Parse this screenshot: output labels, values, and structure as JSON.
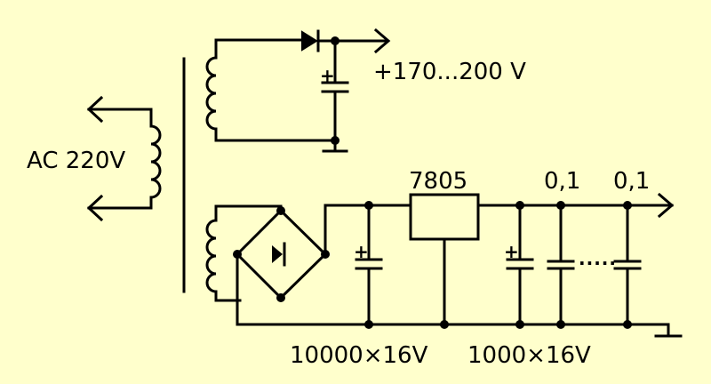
{
  "labels": {
    "ac_input": "AC 220V",
    "hv_output": "+170...200 V",
    "regulator": "7805",
    "cap_small_1": "0,1",
    "cap_small_2": "0,1",
    "cap_big": "10000×16V",
    "cap_mid": "1000×16V"
  },
  "symbols": {
    "plus": "+",
    "ellipsis": "·····"
  },
  "colors": {
    "background": "#FFFFCC",
    "ink": "#000000"
  }
}
